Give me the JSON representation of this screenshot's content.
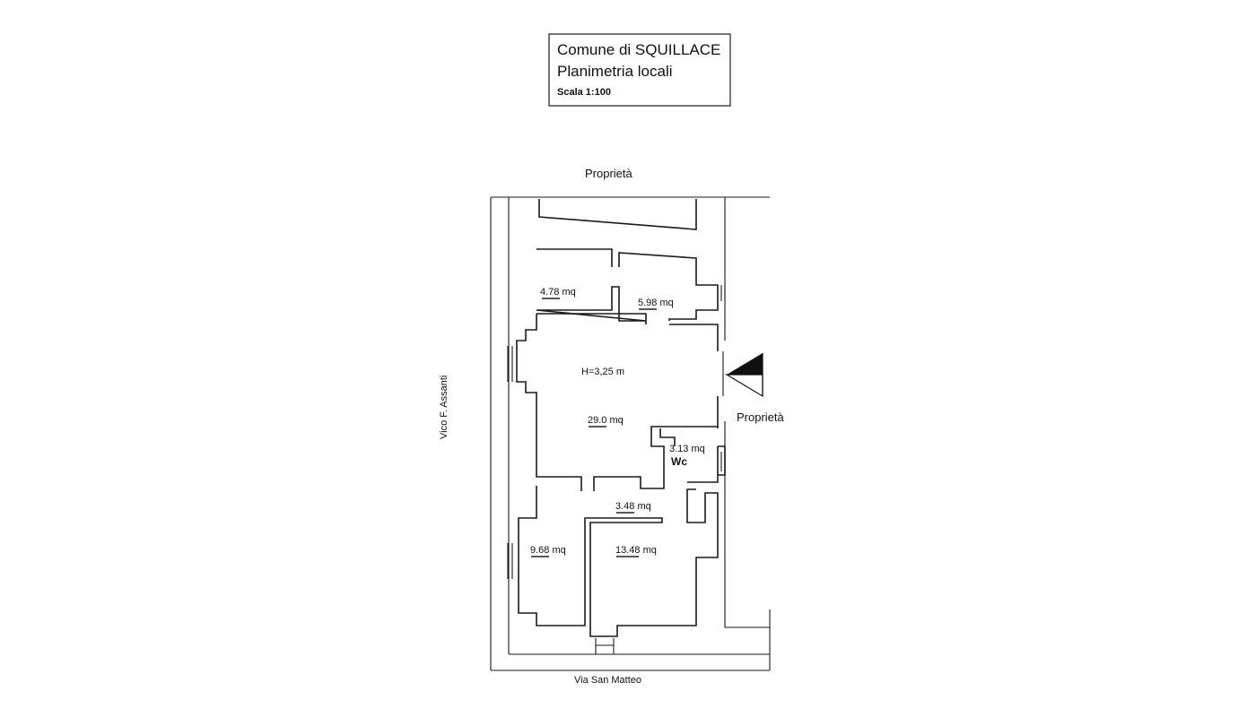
{
  "title": {
    "line1": "Comune di SQUILLACE",
    "line2": "Planimetria locali",
    "scale": "Scala 1:100"
  },
  "neighbors": {
    "top": "Proprietà",
    "right": "Proprietà"
  },
  "streets": {
    "left": "Vico F. Assanti",
    "bottom": "Via San Matteo"
  },
  "rooms": {
    "room_a": "4.78 mq",
    "room_b": "5.98 mq",
    "height": "H=3,25 m",
    "main": "29.0 mq",
    "wc_area": "3.13 mq",
    "wc_label": "Wc",
    "hall": "3.48 mq",
    "room_c": "9.68 mq",
    "room_d": "13.48 mq"
  },
  "north_icon": "north-arrow-icon",
  "colors": {
    "ink": "#1a1a1a",
    "paper": "#ffffff"
  }
}
